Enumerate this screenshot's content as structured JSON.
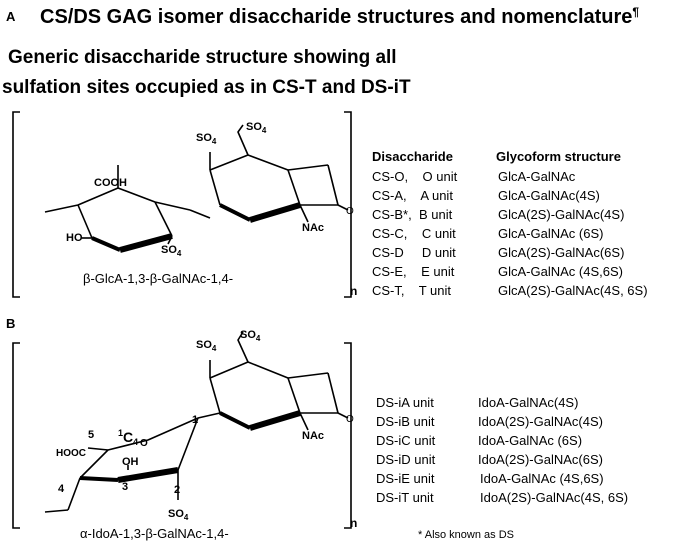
{
  "panel_a": {
    "letter": "A",
    "title": "CS/DS GAG isomer disaccharide structures and nomenclature",
    "title_mark": "¶",
    "subtitle_line1": "Generic disaccharide structure showing all",
    "subtitle_line2": "sulfation sites occupied as in CS-T and DS-iT",
    "atoms": {
      "so4_left": "SO",
      "so4_right": "SO",
      "so4_bottom": "SO",
      "sub4": "4",
      "cooh": "COOH",
      "ho": "HO",
      "nac": "NAc",
      "o": "O",
      "n": "n"
    },
    "caption": "β-GlcA-1,3-β-GalNAc-1,4-",
    "table": {
      "header_disaccharide": "Disaccharide",
      "header_glycoform": "Glycoform structure",
      "rows": [
        {
          "name": "CS-O,    O unit",
          "structure": "GlcA-GalNAc"
        },
        {
          "name": "CS-A,    A unit",
          "structure": "GlcA-GalNAc(4S)"
        },
        {
          "name": "CS-B*,  B unit",
          "structure": "GlcA(2S)-GalNAc(4S)"
        },
        {
          "name": "CS-C,    C unit",
          "structure": "GlcA-GalNAc (6S)"
        },
        {
          "name": "CS-D     D unit",
          "structure": "GlcA(2S)-GalNAc(6S)"
        },
        {
          "name": "CS-E,    E unit",
          "structure": "GlcA-GalNAc (4S,6S)"
        },
        {
          "name": "CS-T,    T unit",
          "structure": "GlcA(2S)-GalNAc(4S, 6S)"
        }
      ]
    }
  },
  "panel_b": {
    "letter": "B",
    "atoms": {
      "so4_left": "SO",
      "so4_right": "SO",
      "so4_bottom": "SO",
      "sub4": "4",
      "conf": "C",
      "conf_sup": "1",
      "conf_sub": "4",
      "hooc": "HOOC",
      "oh": "OH",
      "nac": "NAc",
      "num1": "1",
      "num2": "2",
      "num3": "3",
      "num4": "4",
      "num5": "5",
      "o": "O",
      "n": "n"
    },
    "caption": "α-IdoA-1,3-β-GalNAc-1,4-",
    "table": {
      "rows": [
        {
          "name": "DS-iA unit",
          "structure": "IdoA-GalNAc(4S)"
        },
        {
          "name": "DS-iB unit",
          "structure": "IdoA(2S)-GalNAc(4S)"
        },
        {
          "name": "DS-iC unit",
          "structure": "IdoA-GalNAc (6S)"
        },
        {
          "name": "DS-iD unit",
          "structure": "IdoA(2S)-GalNAc(6S)"
        },
        {
          "name": "DS-iE unit",
          "structure": "IdoA-GalNAc (4S,6S)"
        },
        {
          "name": "DS-iT unit",
          "structure": "IdoA(2S)-GalNAc(4S, 6S)"
        }
      ]
    },
    "footnote": "*  Also known as DS"
  }
}
